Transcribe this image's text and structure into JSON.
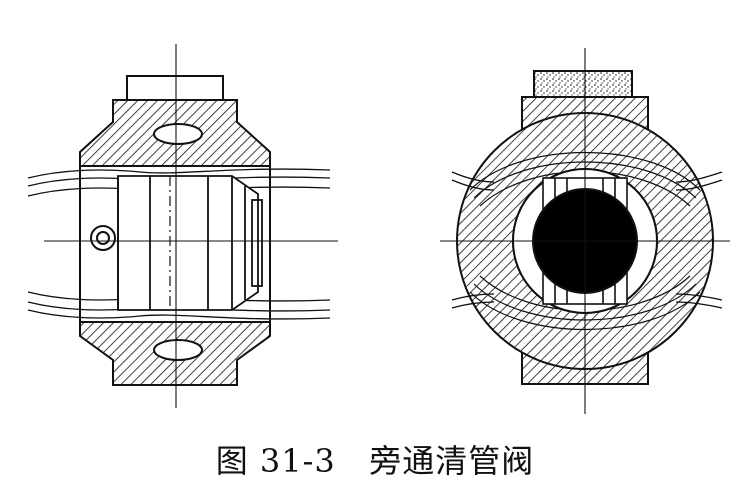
{
  "caption": "图 31-3   旁通清管阀",
  "colors": {
    "ink": "#111111",
    "background": "#ffffff",
    "fill_solid": "#000000"
  },
  "views": [
    {
      "name": "side-section-view"
    },
    {
      "name": "end-section-view"
    }
  ]
}
